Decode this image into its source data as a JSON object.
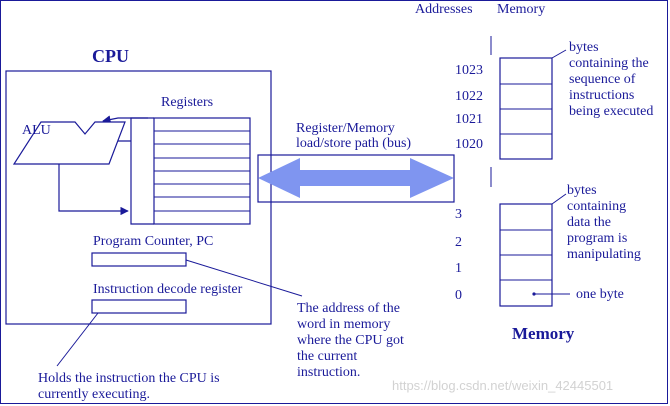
{
  "labels": {
    "addresses_header": "Addresses",
    "memory_header": "Memory",
    "cpu": "CPU",
    "registers": "Registers",
    "alu": "ALU",
    "bus": "Register/Memory\nload/store path (bus)",
    "program_counter": "Program Counter, PC",
    "instruction_decode_register": "Instruction decode register",
    "holds_instruction": "Holds the instruction the CPU is\ncurrently executing.",
    "pc_note": "The address of the\nword in memory\nwhere the CPU got\nthe current\ninstruction.",
    "instructions_note": "bytes\ncontaining the\nsequence of\ninstructions\nbeing executed",
    "data_note": "bytes\ncontaining\ndata the\nprogram is\nmanipulating",
    "one_byte": "one byte",
    "memory_title": "Memory",
    "watermark": "https://blog.csdn.net/weixin_42445501"
  },
  "upper_addresses": [
    "1023",
    "1022",
    "1021",
    "1020"
  ],
  "lower_addresses": [
    "3",
    "2",
    "1",
    "0"
  ],
  "colors": {
    "ink": "#1a1a99",
    "bus_arrow": "#7f95f0"
  }
}
